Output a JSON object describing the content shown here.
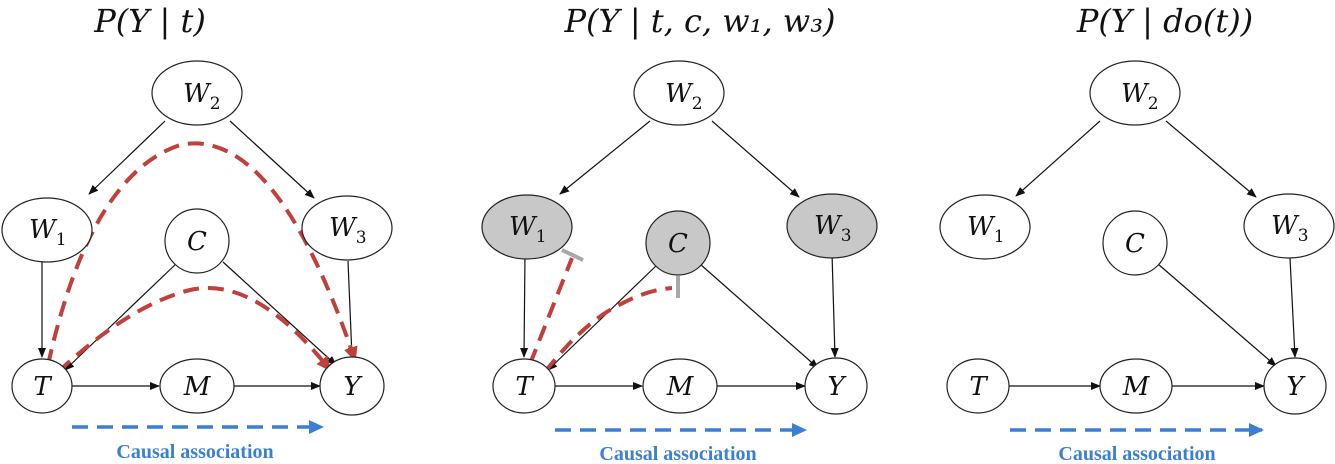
{
  "panels": [
    {
      "title": "P(Y | t)",
      "caption": "Causal association",
      "nodes": [
        {
          "id": "W2",
          "label": "W",
          "sub": "2",
          "conditioned": false
        },
        {
          "id": "W1",
          "label": "W",
          "sub": "1",
          "conditioned": false
        },
        {
          "id": "W3",
          "label": "W",
          "sub": "3",
          "conditioned": false
        },
        {
          "id": "C",
          "label": "C",
          "sub": "",
          "conditioned": false
        },
        {
          "id": "T",
          "label": "T",
          "sub": "",
          "conditioned": false
        },
        {
          "id": "M",
          "label": "M",
          "sub": "",
          "conditioned": false
        },
        {
          "id": "Y",
          "label": "Y",
          "sub": "",
          "conditioned": false
        }
      ],
      "edges": [
        [
          "W2",
          "W1"
        ],
        [
          "W2",
          "W3"
        ],
        [
          "W1",
          "T"
        ],
        [
          "W3",
          "Y"
        ],
        [
          "C",
          "T"
        ],
        [
          "C",
          "Y"
        ],
        [
          "T",
          "M"
        ],
        [
          "M",
          "Y"
        ]
      ],
      "paths": [
        "backdoor-via-W",
        "backdoor-via-C"
      ]
    },
    {
      "title": "P(Y | t, c, w₁, w₃)",
      "caption": "Causal association",
      "nodes": [
        {
          "id": "W2",
          "label": "W",
          "sub": "2",
          "conditioned": false
        },
        {
          "id": "W1",
          "label": "W",
          "sub": "1",
          "conditioned": true
        },
        {
          "id": "W3",
          "label": "W",
          "sub": "3",
          "conditioned": true
        },
        {
          "id": "C",
          "label": "C",
          "sub": "",
          "conditioned": true
        },
        {
          "id": "T",
          "label": "T",
          "sub": "",
          "conditioned": false
        },
        {
          "id": "M",
          "label": "M",
          "sub": "",
          "conditioned": false
        },
        {
          "id": "Y",
          "label": "Y",
          "sub": "",
          "conditioned": false
        }
      ],
      "edges": [
        [
          "W2",
          "W1"
        ],
        [
          "W2",
          "W3"
        ],
        [
          "W1",
          "T"
        ],
        [
          "W3",
          "Y"
        ],
        [
          "C",
          "T"
        ],
        [
          "C",
          "Y"
        ],
        [
          "T",
          "M"
        ],
        [
          "M",
          "Y"
        ]
      ],
      "paths": [
        "blocked-at-W1",
        "blocked-at-C"
      ]
    },
    {
      "title": "P(Y | do(t))",
      "caption": "Causal association",
      "nodes": [
        {
          "id": "W2",
          "label": "W",
          "sub": "2",
          "conditioned": false
        },
        {
          "id": "W1",
          "label": "W",
          "sub": "1",
          "conditioned": false
        },
        {
          "id": "W3",
          "label": "W",
          "sub": "3",
          "conditioned": false
        },
        {
          "id": "C",
          "label": "C",
          "sub": "",
          "conditioned": false
        },
        {
          "id": "T",
          "label": "T",
          "sub": "",
          "conditioned": false
        },
        {
          "id": "M",
          "label": "M",
          "sub": "",
          "conditioned": false
        },
        {
          "id": "Y",
          "label": "Y",
          "sub": "",
          "conditioned": false
        }
      ],
      "edges": [
        [
          "W2",
          "W1"
        ],
        [
          "W2",
          "W3"
        ],
        [
          "W3",
          "Y"
        ],
        [
          "C",
          "Y"
        ],
        [
          "T",
          "M"
        ],
        [
          "M",
          "Y"
        ]
      ],
      "paths": []
    }
  ],
  "colors": {
    "backdoor_path": "#c0403c",
    "causal_arrow": "#3a7fd5",
    "conditioned_fill": "#c8c8c8",
    "node_fill": "#ffffff",
    "block_marker": "#a8a8a8"
  }
}
